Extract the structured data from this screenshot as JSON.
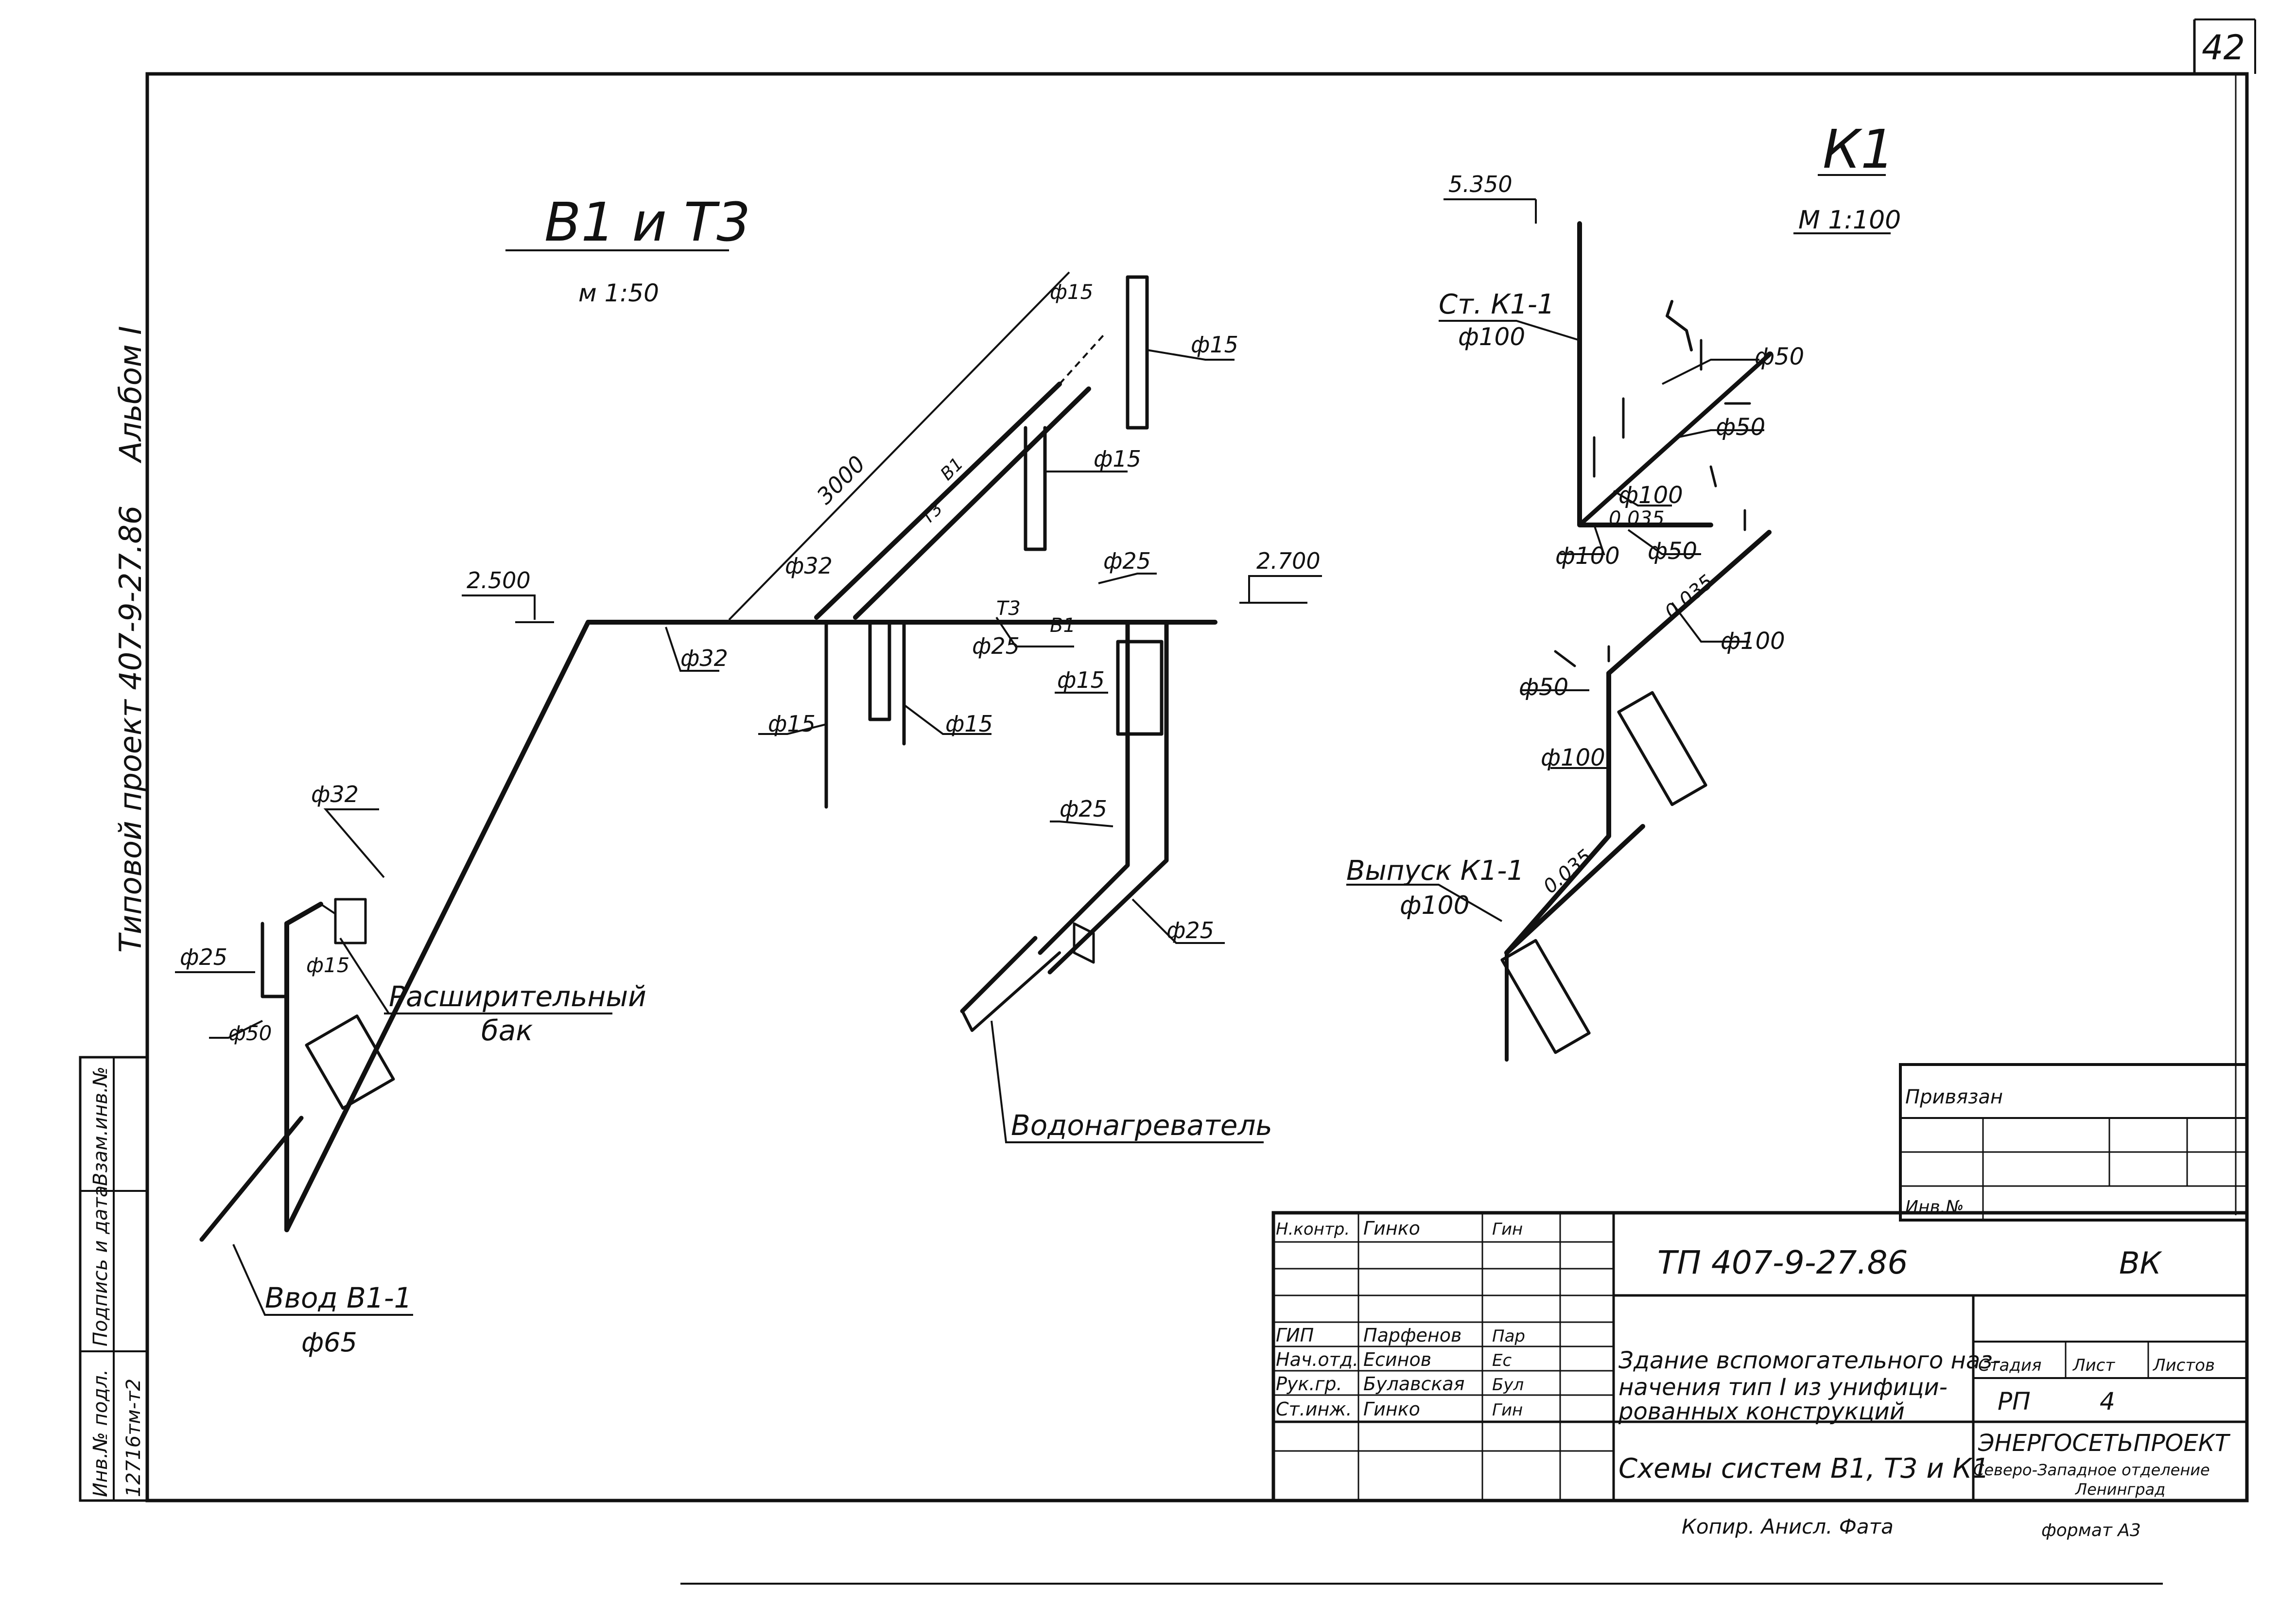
{
  "sheet_number": "42",
  "side": {
    "project_title": "Типовой проект  407-9-27.86",
    "album": "Альбом I"
  },
  "left_stamp": {
    "inv_orig": "Инв.№ подл.",
    "sign_date": "Подпись и дата",
    "inv_replace": "Взам.инв.№",
    "inv_number": "12716тм-т2"
  },
  "b1t3": {
    "title": "В1 и Т3",
    "scale": "м 1:50",
    "level_left": "2.500",
    "level_right": "2.700",
    "length": "3000",
    "d32_a": "ф32",
    "d32_b": "ф32",
    "d32_c": "ф32",
    "d25_a": "ф25",
    "d25_b": "ф25",
    "d25_c": "ф25",
    "d25_d": "ф25",
    "d25_e": "ф25",
    "d15_a": "ф15",
    "d15_b": "ф15",
    "d15_c": "ф15",
    "d15_d": "ф15",
    "d15_e": "ф15",
    "d15_f": "ф15",
    "d15_g": "ф15",
    "d50": "ф50",
    "t3_mark": "Т3",
    "t3_mark_b": "Т3",
    "b1_mark": "В1",
    "b1_mark_b": "В1",
    "expansion_tank": "Расширительный",
    "expansion_tank_2": "бак",
    "water_heater": "Водонагреватель",
    "inlet": "Ввод В1-1",
    "inlet_d": "ф65"
  },
  "k1": {
    "title": "К1",
    "scale": "М 1:100",
    "level": "5.350",
    "riser": "Ст. К1-1",
    "riser_d": "ф100",
    "d50_a": "ф50",
    "d50_b": "ф50",
    "d50_c": "ф50",
    "d50_d": "ф50",
    "d100_a": "ф100",
    "d100_b": "ф100",
    "d100_c": "ф100",
    "d100_d": "ф100",
    "slope_a": "0.035",
    "slope_b": "0.035",
    "slope_c": "0.035",
    "outlet": "Выпуск К1-1",
    "outlet_d": "ф100"
  },
  "title_block": {
    "privyazan": "Привязан",
    "inv_no": "Инв.№",
    "code": "ТП  407-9-27.86",
    "mark": "ВК",
    "rows": [
      {
        "role": "Н.контр.",
        "name": "Гинко",
        "sign": "Гин"
      },
      {
        "role": "ГИП",
        "name": "Парфенов",
        "sign": "Пар"
      },
      {
        "role": "Нач.отд.",
        "name": "Есинов",
        "sign": "Ес"
      },
      {
        "role": "Рук.гр.",
        "name": "Булавская",
        "sign": "Бул"
      },
      {
        "role": "Ст.инж.",
        "name": "Гинко",
        "sign": "Гин"
      }
    ],
    "building_1": "Здание вспомогательного наз-",
    "building_2": "начения тип I из унифици-",
    "building_3": "рованных конструкций",
    "stage_h": "Стадия",
    "sheet_h": "Лист",
    "sheets_h": "Листов",
    "stage_v": "РП",
    "sheet_v": "4",
    "drawing_title": "Схемы систем В1, Т3 и К1",
    "org_1": "ЭНЕРГОСЕТЬПРОЕКТ",
    "org_2": "Северо-Западное отделение",
    "org_3": "Ленинград",
    "copy_note": "Копир.  Анисл.  Фата",
    "format": "формат А3"
  },
  "colors": {
    "ink": "#111111",
    "paper": "#ffffff"
  }
}
